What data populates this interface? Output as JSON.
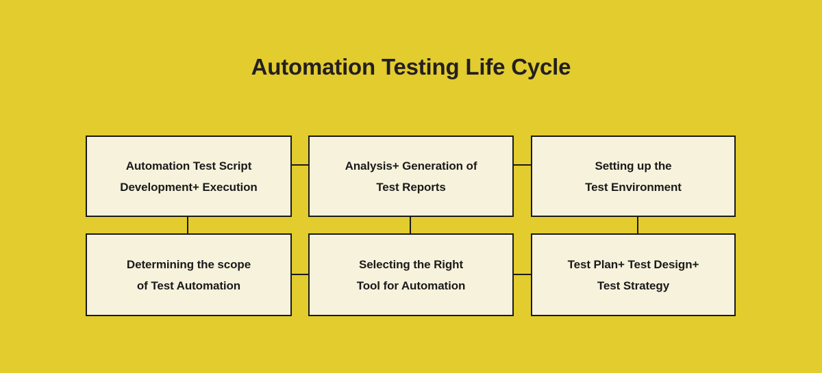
{
  "page": {
    "title": "Automation Testing Life Cycle",
    "background_color": "#e2cc2e",
    "box_fill_color": "#f7f2dc",
    "line_color": "#1a1a1a",
    "text_color": "#1a1a1a"
  },
  "chart_data": {
    "type": "diagram",
    "diagram_kind": "flowchart-grid",
    "title": "Automation Testing Life Cycle",
    "layout": {
      "columns": 3,
      "rows": 2
    },
    "nodes": [
      {
        "id": "automation-test-script-development-execution",
        "row": 1,
        "col": 1,
        "line1": "Automation Test Script",
        "line2": "Development+ Execution"
      },
      {
        "id": "analysis-generation-of-test-reports",
        "row": 1,
        "col": 2,
        "line1": "Analysis+ Generation of",
        "line2": "Test Reports"
      },
      {
        "id": "setting-up-the-test-environment",
        "row": 1,
        "col": 3,
        "line1": "Setting up the",
        "line2": "Test Environment"
      },
      {
        "id": "determining-the-scope-of-test-automation",
        "row": 2,
        "col": 1,
        "line1": "Determining the scope",
        "line2": "of Test Automation"
      },
      {
        "id": "selecting-the-right-tool-for-automation",
        "row": 2,
        "col": 2,
        "line1": "Selecting the Right",
        "line2": "Tool for Automation"
      },
      {
        "id": "test-plan-test-design-test-strategy",
        "row": 2,
        "col": 3,
        "line1": "Test Plan+ Test Design+",
        "line2": "Test Strategy"
      }
    ],
    "edges": [
      {
        "from": "determining-the-scope-of-test-automation",
        "to": "selecting-the-right-tool-for-automation",
        "orientation": "horizontal"
      },
      {
        "from": "selecting-the-right-tool-for-automation",
        "to": "test-plan-test-design-test-strategy",
        "orientation": "horizontal"
      },
      {
        "from": "test-plan-test-design-test-strategy",
        "to": "setting-up-the-test-environment",
        "orientation": "vertical"
      },
      {
        "from": "setting-up-the-test-environment",
        "to": "analysis-generation-of-test-reports",
        "orientation": "horizontal"
      },
      {
        "from": "analysis-generation-of-test-reports",
        "to": "automation-test-script-development-execution",
        "orientation": "horizontal"
      },
      {
        "from": "automation-test-script-development-execution",
        "to": "determining-the-scope-of-test-automation",
        "orientation": "vertical"
      }
    ]
  }
}
